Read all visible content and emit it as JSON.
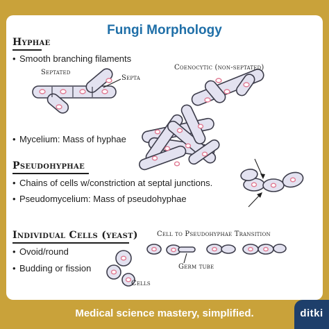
{
  "title": "Fungi Morphology",
  "sections": {
    "hyphae": {
      "heading": "Hyphae",
      "bullets": [
        "Smooth branching filaments",
        "Mycelium: Mass of hyphae"
      ],
      "labels": {
        "septated": "Septated",
        "septa": "Septa",
        "coenocytic": "Coenocytic (non-septated)"
      }
    },
    "pseudohyphae": {
      "heading": "Pseudohyphae",
      "bullets": [
        "Chains of cells w/constriction at septal junctions.",
        "Pseudomycelium: Mass of pseudohyphae"
      ]
    },
    "individual_cells": {
      "heading": "Individual Cells (yeast)",
      "bullets": [
        "Ovoid/round",
        "Budding or fission"
      ],
      "labels": {
        "transition": "Cell to Pseudohyphae Transition",
        "germ_tube": "Germ tube",
        "cells": "Cells"
      }
    }
  },
  "bullet_symbol": "•",
  "footer": {
    "tagline": "Medical science mastery, simplified.",
    "brand": "ditki"
  },
  "colors": {
    "background_gold": "#c9a23a",
    "title_blue": "#1f6fa8",
    "cell_fill": "#e3e2f0",
    "cell_stroke": "#3c3c4a",
    "nucleus": "#e07a93",
    "brand_navy": "#1e3f6b"
  }
}
